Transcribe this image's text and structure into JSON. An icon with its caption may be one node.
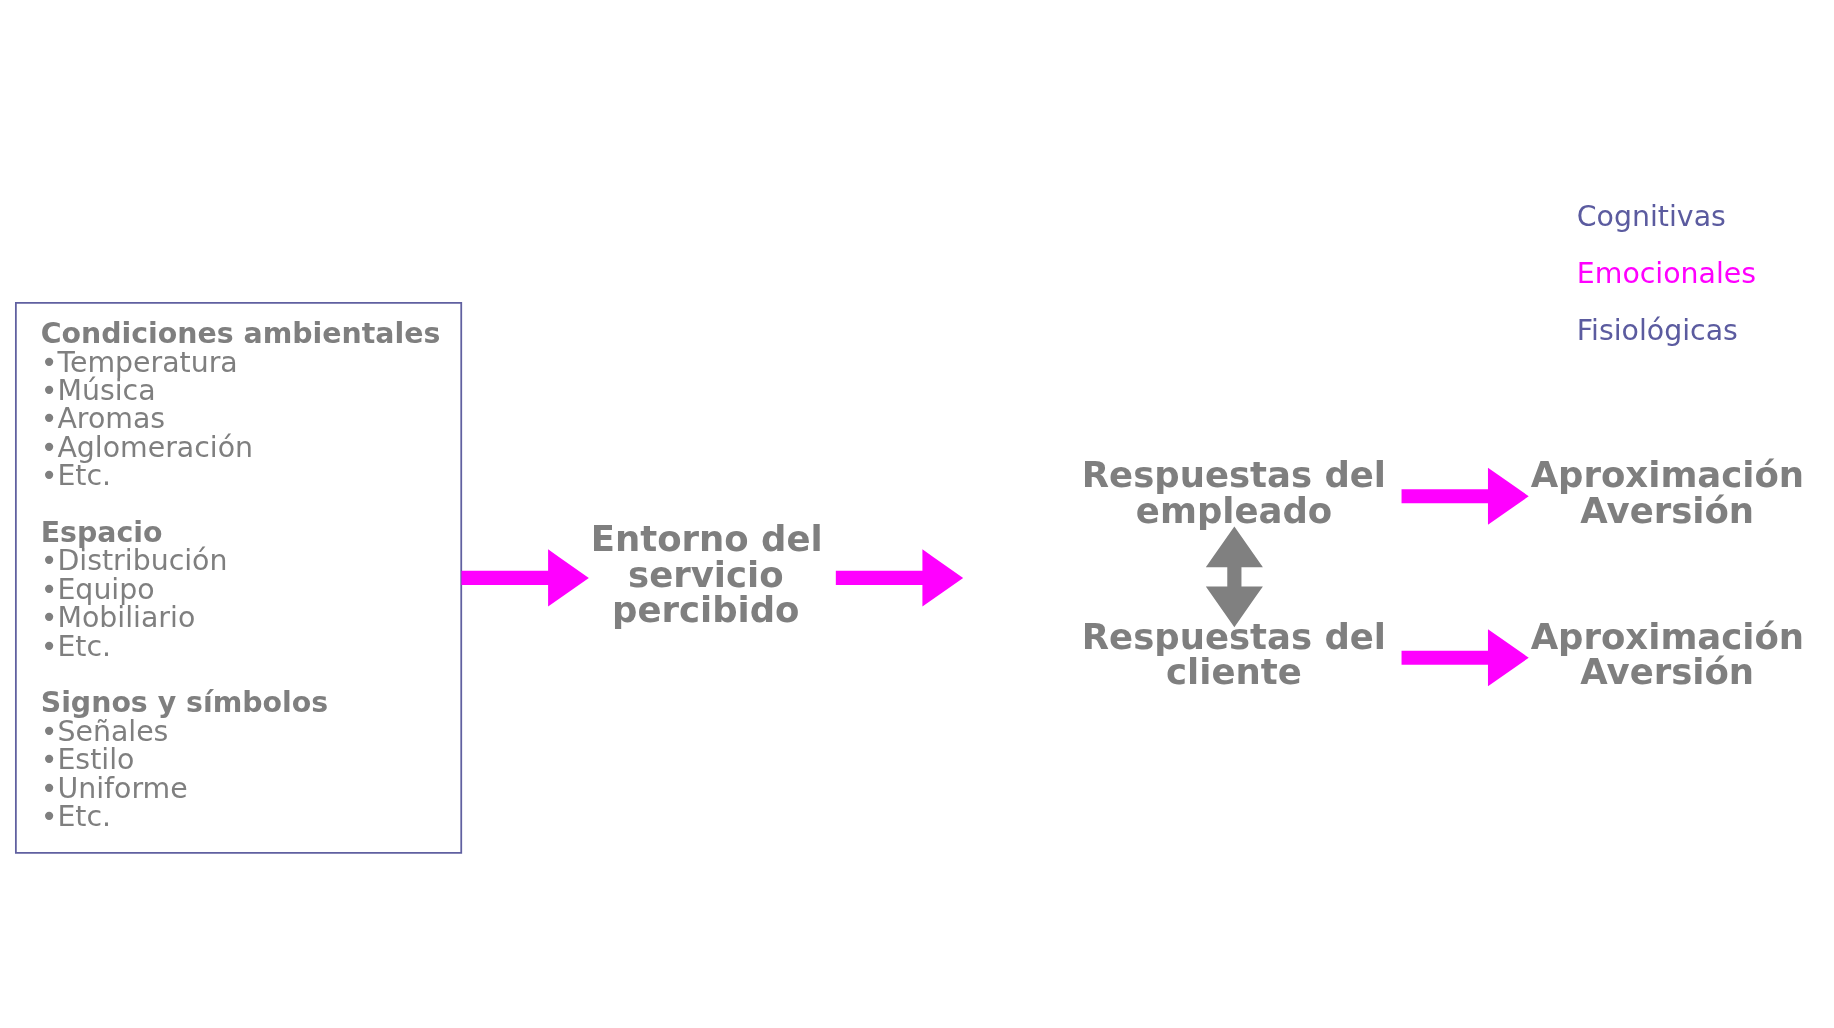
{
  "diagram": {
    "nodes": [
      {
        "text": [
          "Condiciones ambientales",
          "•Temperatura",
          "•Música",
          "•Aromas",
          "•Aglomeración",
          "•Etc.",
          "Espacio",
          "•Distribución",
          "•Equipo",
          "•Mobiliario",
          "•Etc.",
          "Signos y símbolos",
          "•Señales",
          "•Estilo",
          "•Uniforme",
          "•Etc."
        ]
      },
      {
        "text": [
          "Entorno del servicio percibido"
        ]
      },
      {
        "text": [
          "Respuestas del empleado"
        ]
      },
      {
        "text": [
          "Respuestas del cliente"
        ]
      },
      {
        "text": [
          "Aproximación Aversión"
        ]
      },
      {
        "text": [
          "Aproximación Aversión"
        ]
      }
    ],
    "edges": [
      {
        "from": 0,
        "to": 1,
        "arrow": "to"
      },
      {
        "from": 1,
        "to": null,
        "arrow": "to"
      },
      {
        "from": 3,
        "to": 2,
        "arrow": "both",
        "color": "#808080"
      },
      {
        "from": 2,
        "to": 4,
        "arrow": "to"
      },
      {
        "from": 3,
        "to": 5,
        "arrow": "to"
      }
    ],
    "labels": [
      "Cognitivas",
      "Emocionales",
      "Fisiológicas"
    ]
  }
}
